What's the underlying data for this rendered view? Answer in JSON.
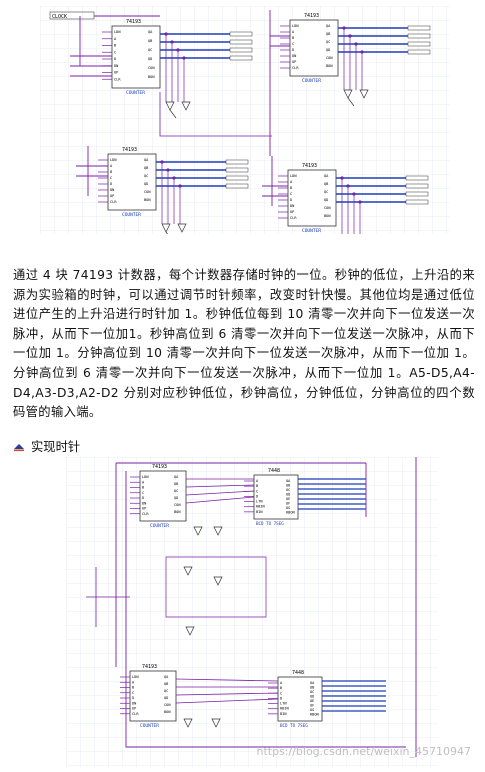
{
  "schematic_top": {
    "chip_label": "74193",
    "chip_footer": "COUNTER",
    "clock_label": "CLOCK",
    "pins_left": [
      "LDN",
      "A",
      "B",
      "C",
      "D",
      "DN",
      "UP",
      "CLR"
    ],
    "pins_right": [
      "QA",
      "QB",
      "QC",
      "QD",
      "CON",
      "BON"
    ]
  },
  "paragraph": "通过 4 块 74193 计数器，每个计数器存储时钟的一位。秒钟的低位，上升沿的来源为实验箱的时钟，可以通过调节时针频率，改变时针快慢。其他位均是通过低位进位产生的上升沿进行时针加 1。秒钟低位每到 10 清零一次并向下一位发送一次脉冲，从而下一位加1。秒钟高位到 6 清零一次并向下一位发送一次脉冲，从而下一位加 1。分钟高位到 10 清零一次并向下一位发送一次脉冲，从而下一位加 1。分钟高位到 6 清零一次并向下一位发送一次脉冲，从而下一位加 1。A5-D5,A4-D4,A3-D3,A2-D2 分别对应秒钟低位，秒钟高位，分钟低位，分钟高位的四个数码管的输入端。",
  "heading": "实现时针",
  "schematic_bottom": {
    "chip_label": "74193",
    "chip_footer": "COUNTER",
    "decoder_label": "7448",
    "decoder_footer": "BCD TO 7SEG",
    "decoder_pins_left": [
      "A",
      "B",
      "C",
      "D",
      "LTN",
      "RBIN",
      "BIN"
    ],
    "decoder_pins_right": [
      "OA",
      "OB",
      "OC",
      "OD",
      "OE",
      "OF",
      "OG",
      "RBON"
    ]
  },
  "watermark": "https://blog.csdn.net/weixin_45710947",
  "colors": {
    "wire": "#7a1fa6",
    "output": "#1b3fb8",
    "grid": "#e3e6ee",
    "text": "#111111"
  }
}
